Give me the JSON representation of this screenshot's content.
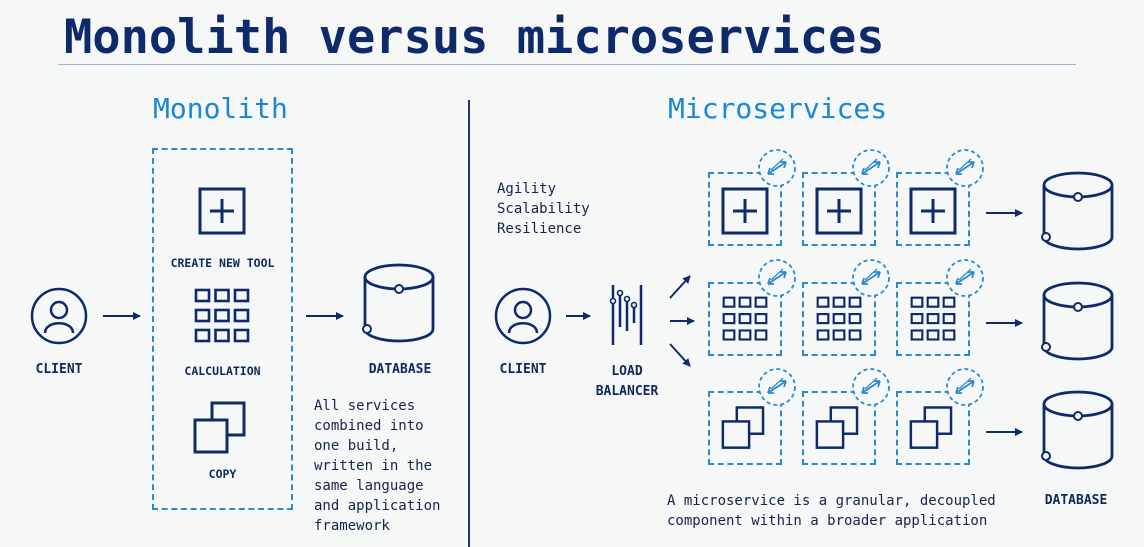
{
  "title": "Monolith versus microservices",
  "monolith": {
    "heading": "Monolith",
    "client_label": "CLIENT",
    "modules": [
      "CREATE NEW TOOL",
      "CALCULATION",
      "COPY"
    ],
    "database_label": "DATABASE",
    "description": [
      "All services",
      "combined into",
      "one build,",
      "written in the",
      "same language",
      "and application",
      "framework"
    ]
  },
  "microservices": {
    "heading": "Microservices",
    "benefits": [
      "Agility",
      "Scalability",
      "Resilience"
    ],
    "client_label": "CLIENT",
    "load_balancer_label": [
      "LOAD",
      "BALANCER"
    ],
    "database_label": "DATABASE",
    "caption": [
      "A microservice is a granular, decoupled",
      "component within a broader application"
    ]
  },
  "colors": {
    "navy": "#0e2a6b",
    "accent_blue": "#1a87d6",
    "dashed_blue": "#2a8ad0",
    "background": "#f6f8f7"
  },
  "icons": [
    "user-icon",
    "plus-icon",
    "grid-icon",
    "copy-icon",
    "database-icon",
    "load-balancer-icon",
    "scale-arrows-icon",
    "arrow-right-icon"
  ]
}
